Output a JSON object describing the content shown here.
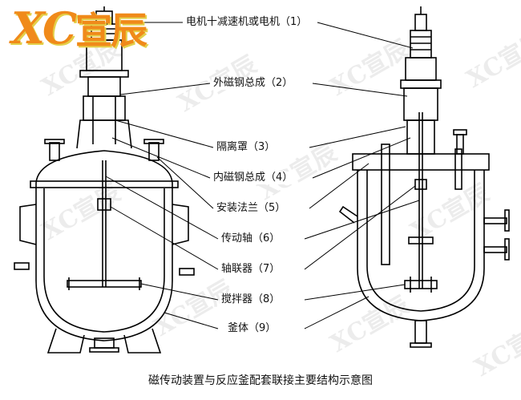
{
  "logo": {
    "latin": "XC",
    "cjk": "宣辰"
  },
  "labels": [
    "电机十减速机或电机（1）",
    "外磁钢总成（2）",
    "隔离罩（3）",
    "内磁钢总成（4）",
    "安装法兰（5）",
    "传动轴（6）",
    "轴联器（7）",
    "搅拌器（8）",
    "釜体（9）"
  ],
  "caption": "磁传动装置与反应釜配套联接主要结构示意图",
  "watermark_text": "XC宣辰"
}
